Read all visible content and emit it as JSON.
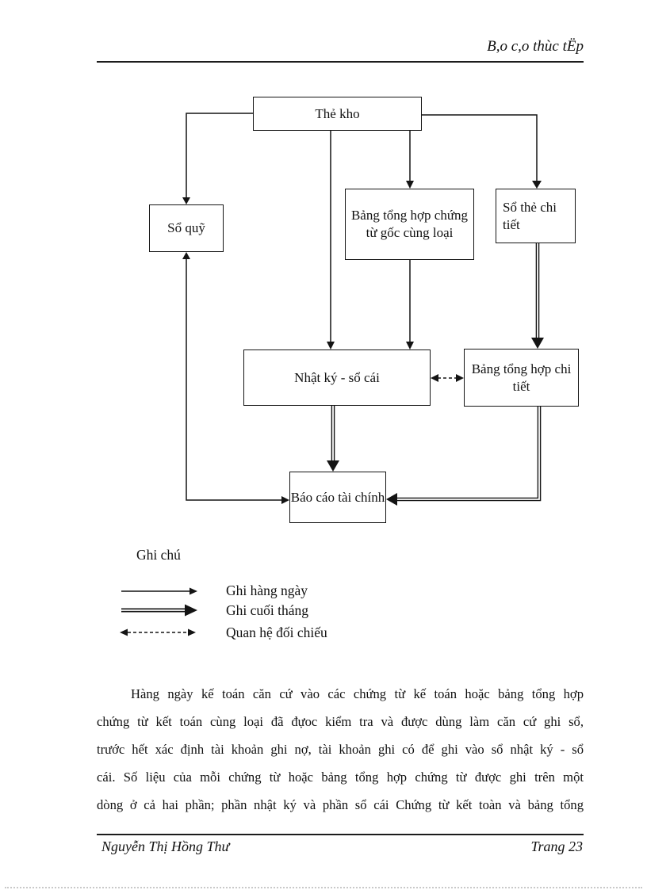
{
  "colors": {
    "ink": "#000000",
    "background": "#ffffff"
  },
  "header": {
    "title": "B,o c,o thùc tËp"
  },
  "footer": {
    "author": "Nguyễn Thị Hồng Thư",
    "page_label": "Trang 23"
  },
  "diagram": {
    "nodes": {
      "the_kho": "Thẻ kho",
      "so_quy": "Sổ quỹ",
      "bth_chung_tu": "Bảng tổng hợp chứng từ gốc cùng loại",
      "so_the_chi_tiet": "Sổ thẻ chi tiết",
      "nhat_ky_so_cai": "Nhật ký - sổ cái",
      "bth_chi_tiet": "Bảng tổng hợp chi tiết",
      "bao_cao_tai_chinh": "Báo cáo tài chính"
    },
    "connections": [
      "Thẻ kho -> Sổ quỹ (ghi hàng ngày)",
      "Thẻ kho -> Bảng tổng hợp chứng từ gốc cùng loại (ghi hàng ngày)",
      "Thẻ kho -> Sổ thẻ chi tiết (ghi hàng ngày)",
      "Thẻ kho -> Nhật ký - sổ cái (ghi hàng ngày)",
      "Bảng tổng hợp chứng từ gốc cùng loại -> Nhật ký - sổ cái (ghi hàng ngày)",
      "Sổ thẻ chi tiết -> Bảng tổng hợp chi tiết (ghi cuối tháng)",
      "Nhật ký - sổ cái <-> Bảng tổng hợp chi tiết (quan hệ đối chiếu)",
      "Nhật ký - sổ cái -> Báo cáo tài chính (ghi cuối tháng)",
      "Bảng tổng hợp chi tiết -> Báo cáo tài chính (ghi cuối tháng)",
      "Sổ quỹ <-> Báo cáo tài chính (ghi hàng ngày)"
    ],
    "legend": {
      "title": "Ghi chú",
      "items": [
        {
          "symbol": "solid-arrow",
          "label": "Ghi hàng ngày"
        },
        {
          "symbol": "double-line-arrow",
          "label": "Ghi cuối tháng"
        },
        {
          "symbol": "dashed-double-arrow",
          "label": "Quan hệ đối chiếu"
        }
      ]
    }
  },
  "body_text": {
    "paragraph_lines": [
      "Hàng ngày kế toán căn cứ vào các chứng từ kế toán hoặc bảng tổng hợp",
      "chứng từ kết toán cùng loại đã đựoc kiểm tra và được dùng làm căn cứ ghi sổ,",
      "trước hết xác định tài khoản ghi nợ, tài khoản ghi có để ghi vào sổ nhật ký - sổ",
      "cái. Số liệu của mỗi chứng từ hoặc bảng tổng hợp chứng từ được ghi trên một",
      "dòng ở cả hai phần; phần nhật ký và phần sổ cái Chứng từ kết toàn và bảng tổng"
    ]
  }
}
